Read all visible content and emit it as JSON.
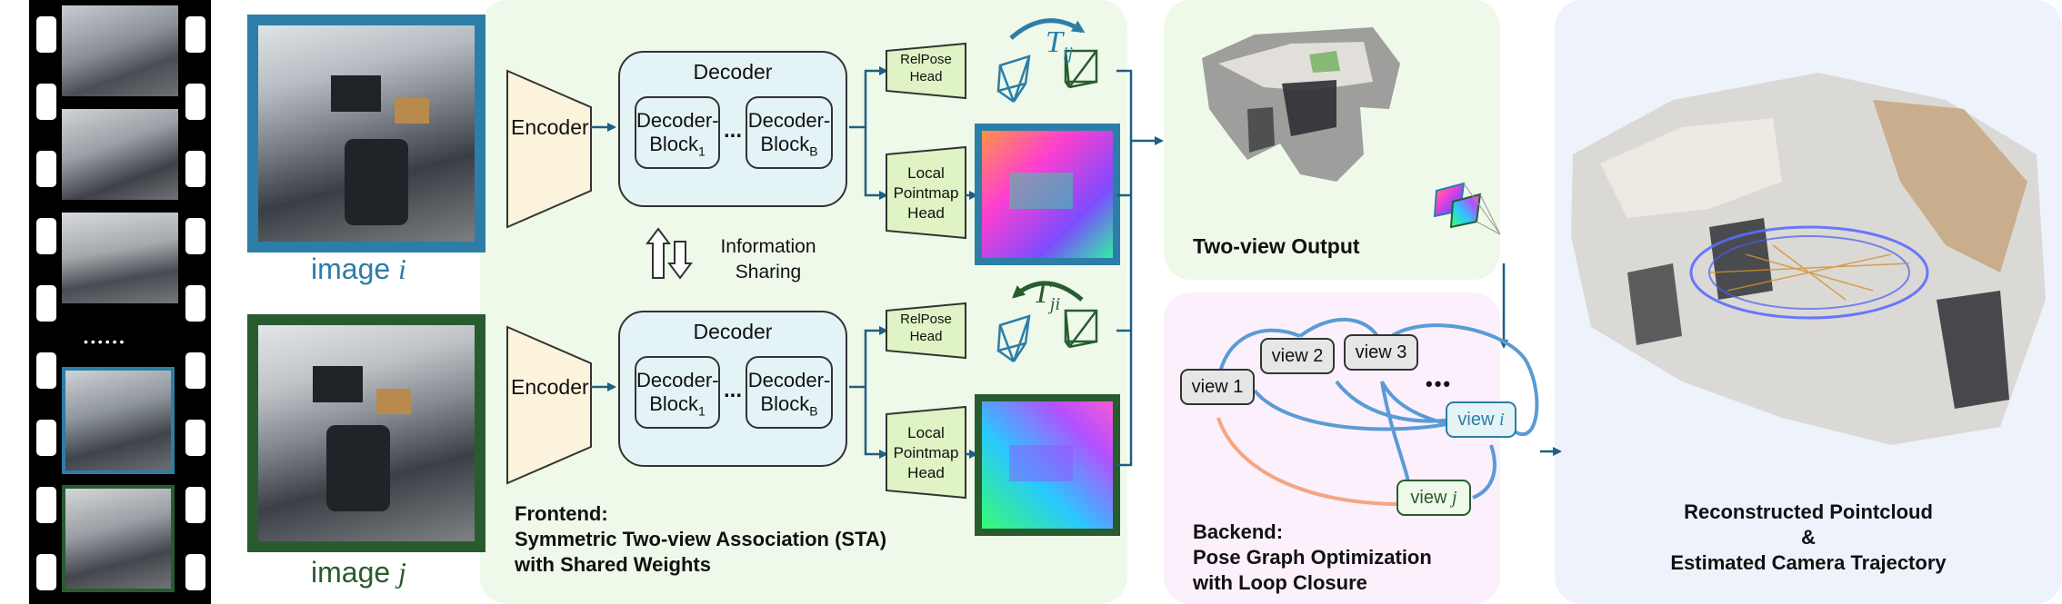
{
  "colors": {
    "blue_frame": "#2c7ea7",
    "green_frame": "#285c2f",
    "encoder_fill": "#fbf3dc",
    "decoder_fill": "#e4f3f6",
    "head_fill": "#dff3c4",
    "frontend_bg": "#eef9ea",
    "twoview_bg": "#eef9ea",
    "backend_bg": "#fbf0fb",
    "recon_bg": "#eef2fa",
    "arrow": "#1f5f82",
    "edge_blue": "#5b9bd5",
    "edge_orange": "#f4a582"
  },
  "images": {
    "i_caption_text": "image ",
    "i_caption_var": "i",
    "j_caption_text": "image ",
    "j_caption_var": "j"
  },
  "frontend": {
    "top": {
      "encoder": "Encoder",
      "decoder_title": "Decoder",
      "block1_line1": "Decoder-",
      "block1_line2": "Block",
      "block1_sub": "1",
      "blockB_line1": "Decoder-",
      "blockB_line2": "Block",
      "blockB_sub": "B",
      "ellipsis": "...",
      "relpose_l1": "RelPose",
      "relpose_l2": "Head",
      "local_l1": "Local",
      "local_l2": "Pointmap",
      "local_l3": "Head",
      "T_label": "T",
      "T_sub": "ij"
    },
    "bottom": {
      "encoder": "Encoder",
      "decoder_title": "Decoder",
      "block1_line1": "Decoder-",
      "block1_line2": "Block",
      "block1_sub": "1",
      "blockB_line1": "Decoder-",
      "blockB_line2": "Block",
      "blockB_sub": "B",
      "ellipsis": "...",
      "relpose_l1": "RelPose",
      "relpose_l2": "Head",
      "local_l1": "Local",
      "local_l2": "Pointmap",
      "local_l3": "Head",
      "T_label": "T",
      "T_sub": "ji"
    },
    "info_sharing_l1": "Information",
    "info_sharing_l2": "Sharing",
    "caption_l1": "Frontend:",
    "caption_l2": "Symmetric Two-view Association (STA)",
    "caption_l3": "with Shared Weights"
  },
  "twoview": {
    "title": "Two-view Output"
  },
  "backend": {
    "nodes": {
      "v1": "view 1",
      "v2": "view 2",
      "v3": "view 3",
      "vi_text": "view ",
      "vi_var": "i",
      "vj_text": "view ",
      "vj_var": "j",
      "dots": "•••"
    },
    "caption_l1": "Backend:",
    "caption_l2": "Pose Graph Optimization",
    "caption_l3": "with Loop Closure"
  },
  "recon": {
    "caption_l1": "Reconstructed Pointcloud",
    "caption_l2": "&",
    "caption_l3": "Estimated Camera Trajectory"
  },
  "filmstrip": {
    "dots": "••••••"
  }
}
